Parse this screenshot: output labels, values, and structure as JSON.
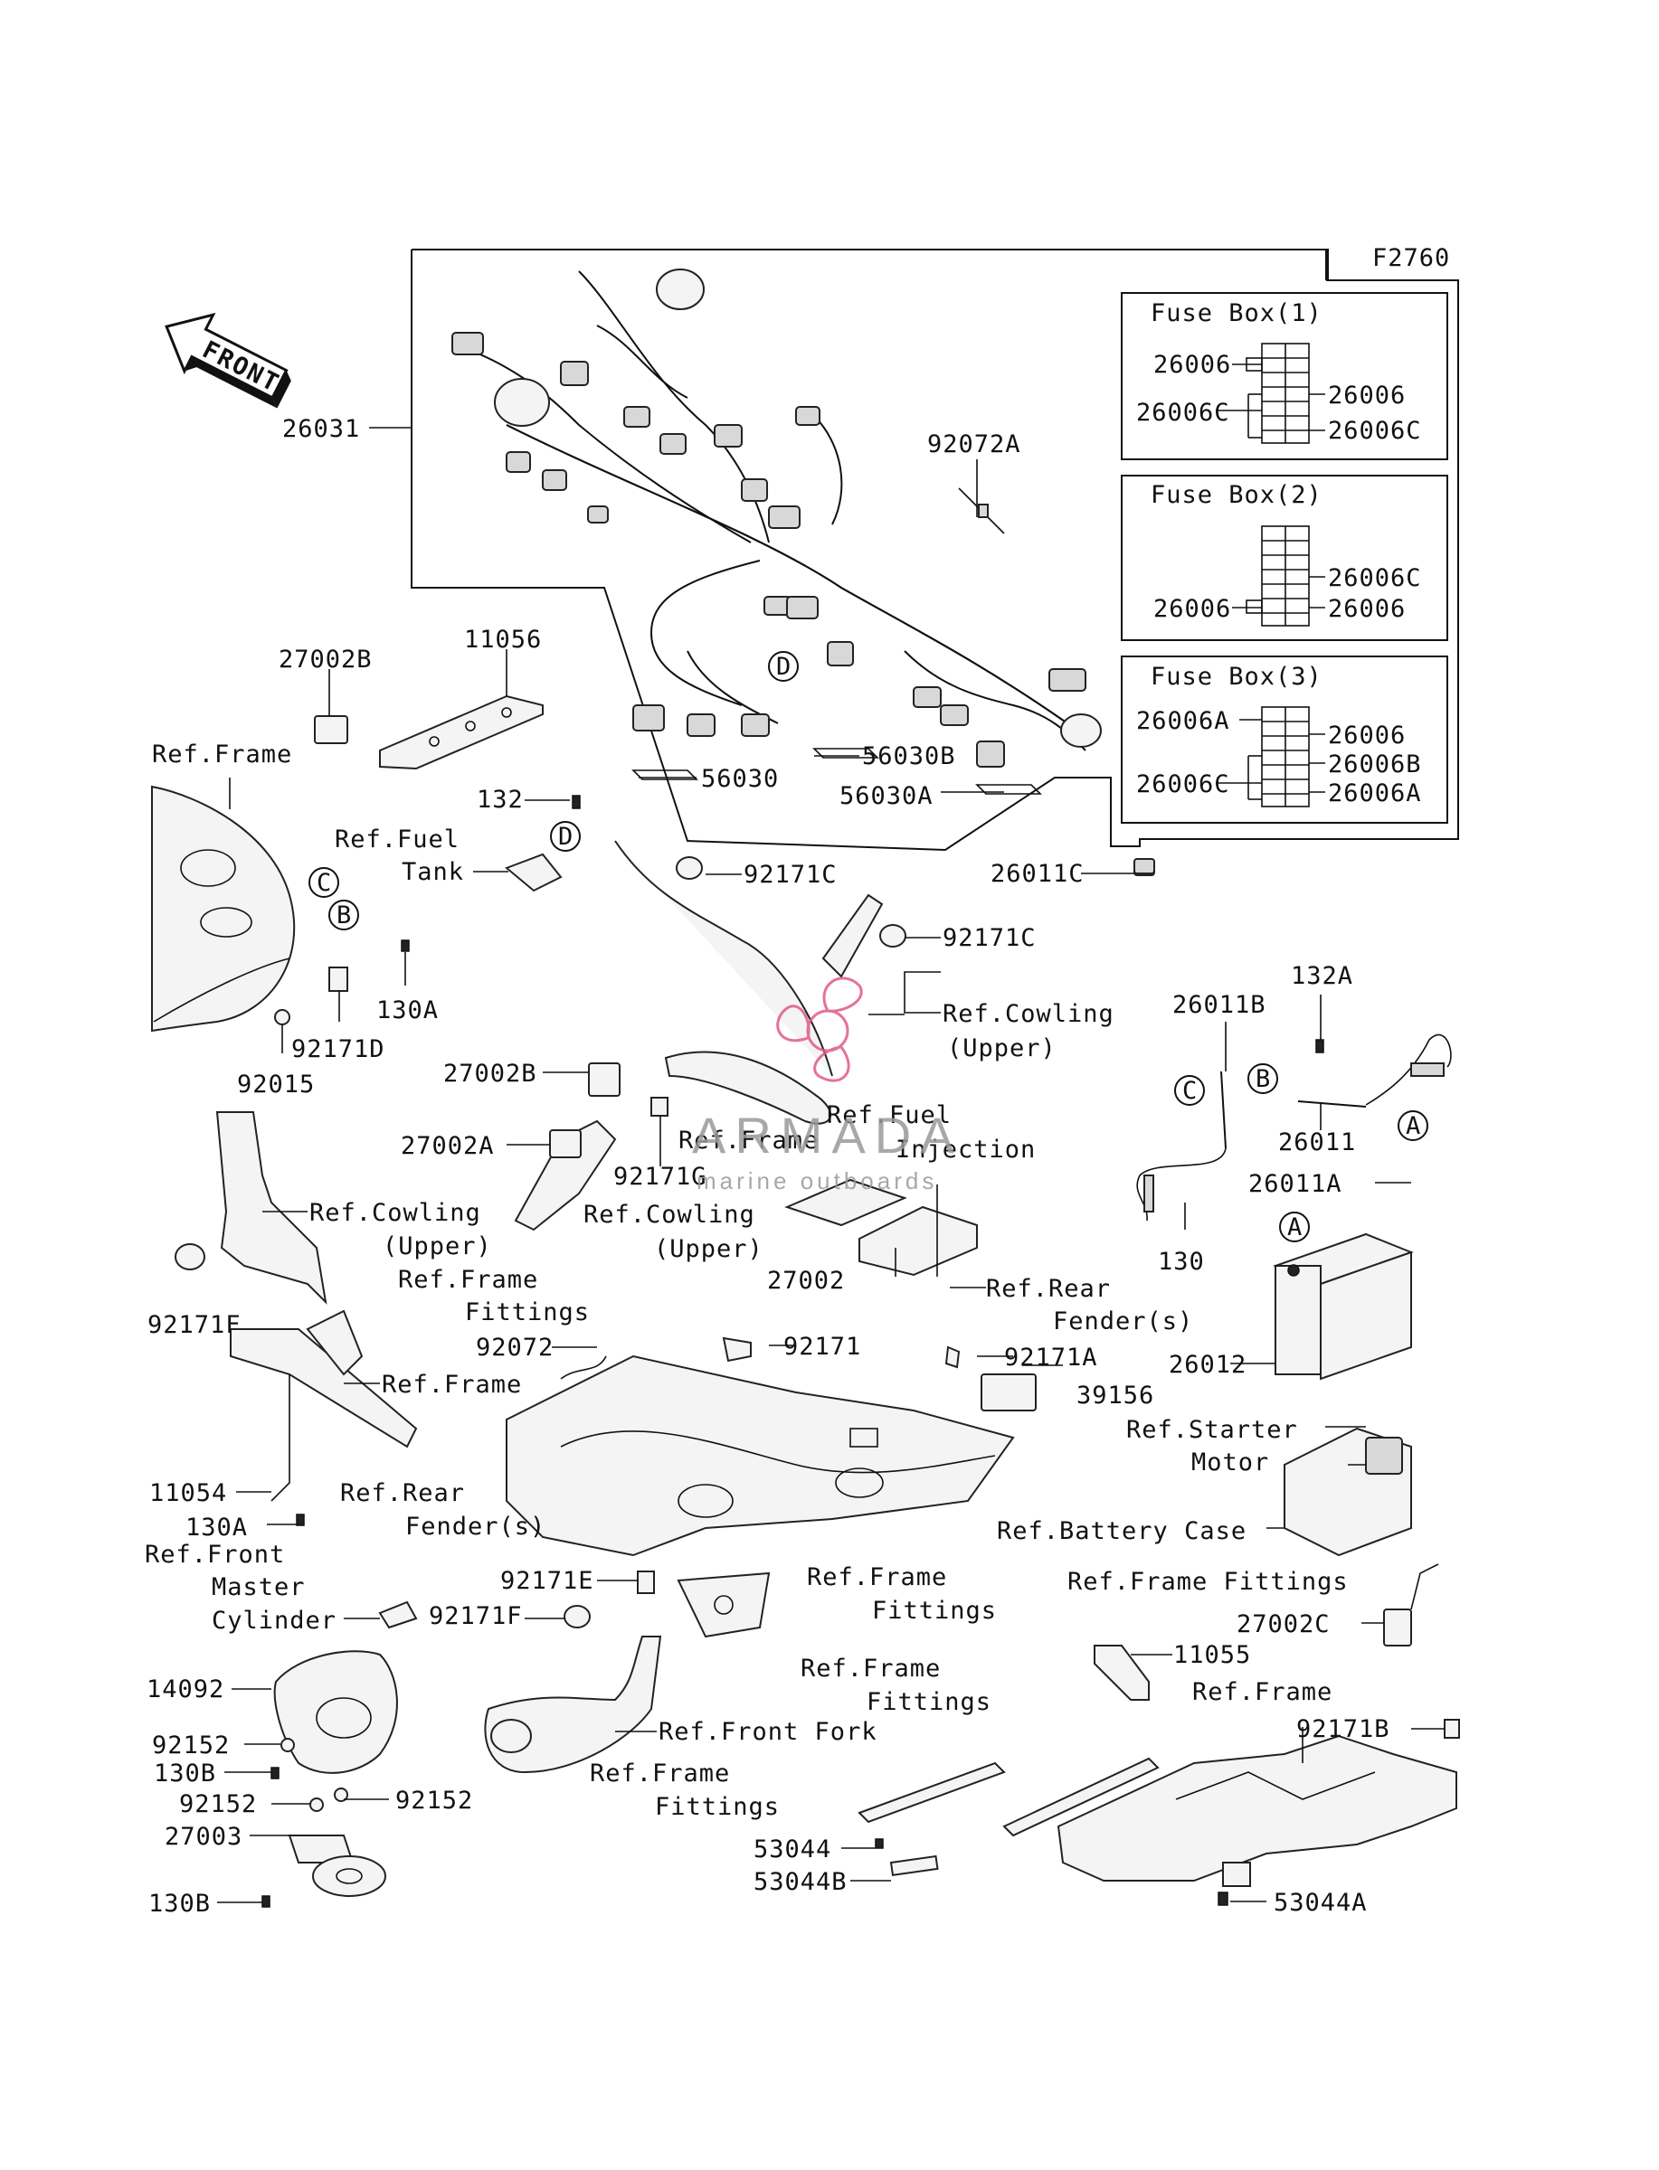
{
  "diagram_code": "F2760",
  "front_label": "FRONT",
  "fuse_boxes": [
    {
      "title": "Fuse Box(1)",
      "left_labels": [
        "26006",
        "26006C"
      ],
      "right_labels": [
        "26006",
        "26006C"
      ]
    },
    {
      "title": "Fuse Box(2)",
      "left_labels": [
        "26006"
      ],
      "right_labels": [
        "26006C",
        "26006"
      ]
    },
    {
      "title": "Fuse Box(3)",
      "left_labels": [
        "26006A",
        "26006C"
      ],
      "right_labels": [
        "26006",
        "26006B",
        "26006A"
      ]
    }
  ],
  "callouts": {
    "c26031": "26031",
    "c92072A": "92072A",
    "c27002B_a": "27002B",
    "c11056": "11056",
    "c56030": "56030",
    "c56030B": "56030B",
    "c56030A": "56030A",
    "c26011C": "26011C",
    "ref_frame_1": "Ref.Frame",
    "c132": "132",
    "ref_fuel_tank_1": "Ref.Fuel",
    "ref_fuel_tank_2": "Tank",
    "c92171C_a": "92171C",
    "c92171C_b": "92171C",
    "c130A_a": "130A",
    "c92171D": "92171D",
    "c92015": "92015",
    "ref_cowling_upper_a1": "Ref.Cowling",
    "ref_cowling_upper_a2": "(Upper)",
    "c26011B": "26011B",
    "c132A": "132A",
    "c26011": "26011",
    "c27002B_b": "27002B",
    "c27002A": "27002A",
    "ref_frame_2": "Ref.Frame",
    "ref_fuel_inj_1": "Ref.Fuel",
    "ref_fuel_inj_2": "Injection",
    "c92171G": "92171G",
    "c26011A": "26011A",
    "ref_cowling_b1": "Ref.Cowling",
    "ref_cowling_b2": "(Upper)",
    "ref_cowling_c1": "Ref.Cowling",
    "ref_cowling_c2": "(Upper)",
    "c130": "130",
    "ref_frame_fittings_a1": "Ref.Frame",
    "ref_frame_fittings_a2": "Fittings",
    "c27002": "27002",
    "ref_rear_fender_a1": "Ref.Rear",
    "ref_rear_fender_a2": "Fender(s)",
    "c92171F_a": "92171F",
    "c92072": "92072",
    "c92171": "92171",
    "c92171A": "92171A",
    "c26012": "26012",
    "ref_frame_3": "Ref.Frame",
    "c39156": "39156",
    "ref_starter_1": "Ref.Starter",
    "ref_starter_2": "Motor",
    "c11054": "11054",
    "ref_rear_fender_b1": "Ref.Rear",
    "ref_rear_fender_b2": "Fender(s)",
    "c130A_b": "130A",
    "ref_battery_case": "Ref.Battery Case",
    "ref_front_master_1": "Ref.Front",
    "ref_front_master_2": "Master",
    "ref_front_master_3": "Cylinder",
    "c92171E": "92171E",
    "ref_frame_fittings_b1": "Ref.Frame",
    "ref_frame_fittings_b2": "Fittings",
    "ref_frame_fittings_c": "Ref.Frame Fittings",
    "c92171F_b": "92171F",
    "c27002C": "27002C",
    "c11055": "11055",
    "c14092": "14092",
    "ref_frame_fittings_d1": "Ref.Frame",
    "ref_frame_fittings_d2": "Fittings",
    "ref_frame_4": "Ref.Frame",
    "ref_front_fork": "Ref.Front Fork",
    "c92152_a": "92152",
    "c92171B": "92171B",
    "c130B_a": "130B",
    "ref_frame_fittings_e1": "Ref.Frame",
    "ref_frame_fittings_e2": "Fittings",
    "c92152_b": "92152",
    "c92152_c": "92152",
    "c27003": "27003",
    "c53044": "53044",
    "c53044B": "53044B",
    "c130B_b": "130B",
    "c53044A": "53044A"
  },
  "connector_letters": {
    "A": "A",
    "B": "B",
    "C": "C",
    "D": "D"
  },
  "watermark": {
    "brand": "ARMADA",
    "subtitle": "marine outboards",
    "accent_color": "#e05a8a"
  }
}
